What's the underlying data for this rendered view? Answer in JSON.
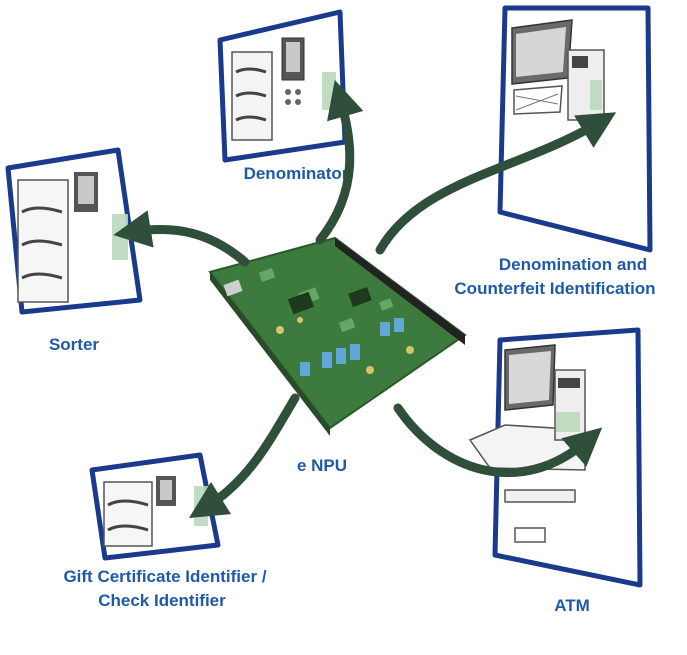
{
  "labels": {
    "denominator": "Denominator",
    "sorter": "Sorter",
    "denomination_line1": "Denomination and",
    "denomination_line2": "Counterfeit Identification",
    "gift_line1": "Gift Certificate Identifier /",
    "gift_line2": "Check Identifier",
    "atm": "ATM",
    "board": "e NPU"
  },
  "colors": {
    "outline": "#1a3a8c",
    "arrow": "#2f4f3a",
    "label_text": "#1f5aa6",
    "pcb": "#3d7a3d",
    "sensor_panel": "#b9d9bc"
  },
  "icons": [
    "denominator-machine-icon",
    "sorter-machine-icon",
    "kiosk-machine-icon",
    "atm-machine-icon",
    "gift-identifier-machine-icon",
    "circuit-board-icon"
  ]
}
